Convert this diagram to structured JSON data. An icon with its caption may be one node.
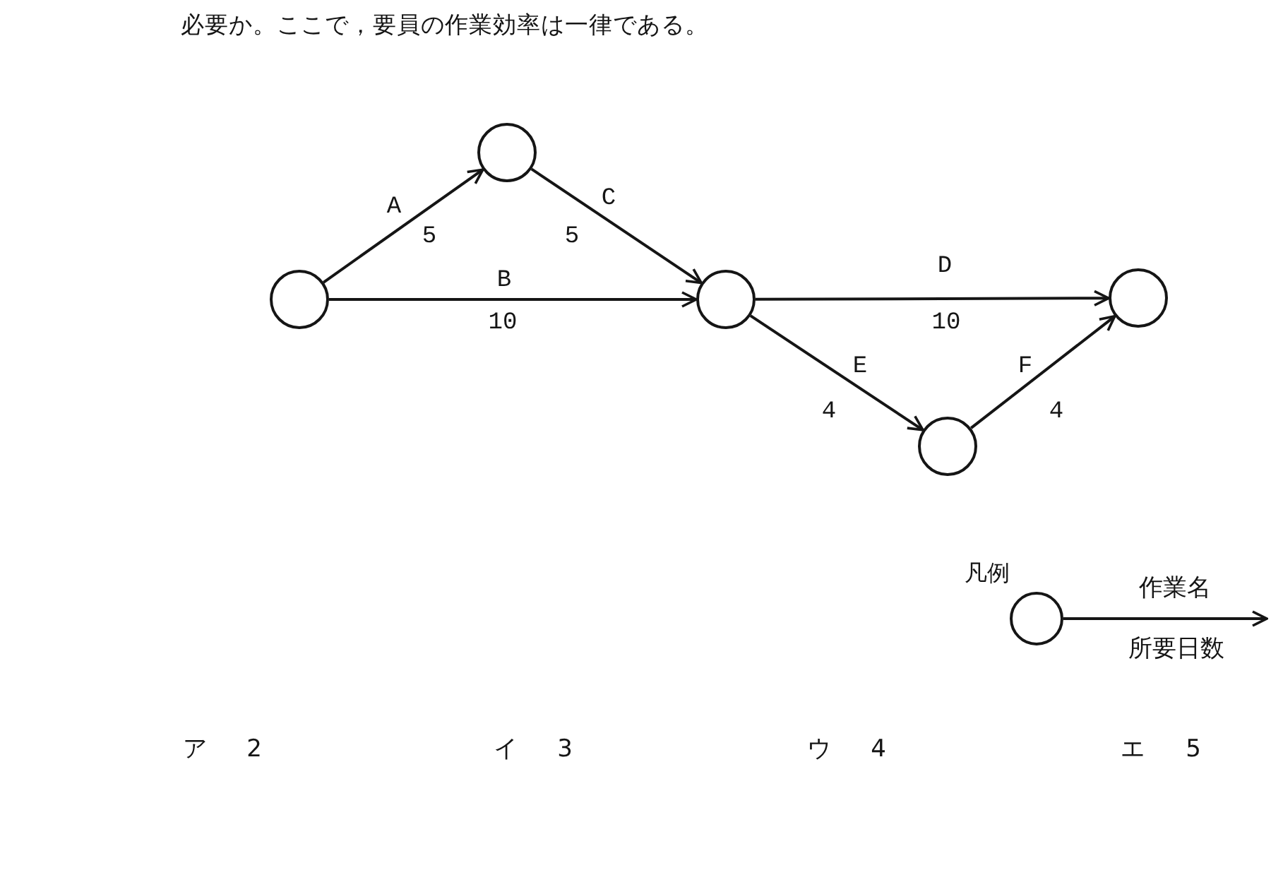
{
  "diagram": {
    "nodes": [
      {
        "text": [],
        "shape": "circle"
      },
      {
        "text": [],
        "shape": "circle"
      },
      {
        "text": [],
        "shape": "circle"
      },
      {
        "text": [],
        "shape": "circle"
      },
      {
        "text": [],
        "shape": "circle"
      },
      {
        "text": [],
        "shape": "circle"
      }
    ],
    "edges": [
      {
        "from": 0,
        "to": 1,
        "arrow": "to",
        "label": "A"
      },
      {
        "from": 0,
        "to": 2,
        "arrow": "to",
        "label": "B"
      },
      {
        "from": 1,
        "to": 2,
        "arrow": "to",
        "label": "C"
      },
      {
        "from": 2,
        "to": 4,
        "arrow": "to",
        "label": "D"
      },
      {
        "from": 2,
        "to": 3,
        "arrow": "to",
        "label": "E"
      },
      {
        "from": 3,
        "to": 4,
        "arrow": "to",
        "label": "F"
      },
      {
        "from": 5,
        "to": null,
        "arrow": "to",
        "label": "作業名"
      }
    ],
    "labels": [
      "必要か。ここで，要員の作業効率は一律である。",
      "5",
      "5",
      "10",
      "10",
      "4",
      "4",
      "凡例",
      "所要日数",
      "ア",
      "2",
      "イ",
      "3",
      "ウ",
      "4",
      "エ",
      "5"
    ]
  }
}
